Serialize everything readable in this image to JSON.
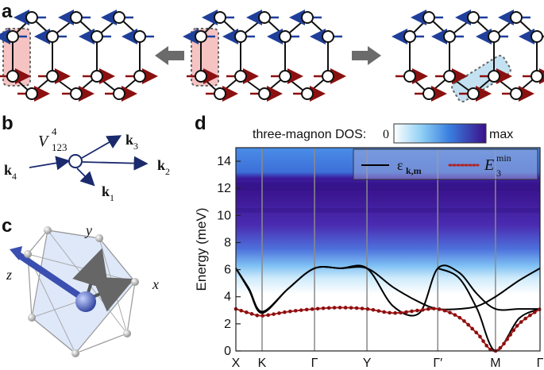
{
  "panel_labels": {
    "a": "a",
    "b": "b",
    "c": "c",
    "d": "d"
  },
  "panel_b": {
    "vertex": "V",
    "vertex_sup": "4",
    "vertex_sub": "123",
    "legs": [
      {
        "k": "k",
        "sub": "4"
      },
      {
        "k": "k",
        "sub": "3"
      },
      {
        "k": "k",
        "sub": "2"
      },
      {
        "k": "k",
        "sub": "1"
      }
    ]
  },
  "panel_c": {
    "x": "x",
    "y": "y",
    "z": "z"
  },
  "panel_d": {
    "dos_label": "three-magnon DOS:",
    "dos_min": "0",
    "dos_max": "max",
    "legend_eps": "ε",
    "legend_eps_sub": "k,m",
    "legend_E": "E",
    "legend_E_sub": "3",
    "legend_E_sup": "min"
  },
  "colors": {
    "spin_blue": "#1f3f9a",
    "spin_red": "#8b1010",
    "highlight_red": "#f4b8b8",
    "highlight_blue": "#b8dcef",
    "dos_dark": "#3b0f8a",
    "dos_light": "#ffffff",
    "min_curve": "#b22222"
  },
  "chart_data": {
    "type": "line",
    "ylabel": "Energy (meV)",
    "ylim": [
      0,
      15
    ],
    "yticks": [
      0,
      2,
      4,
      6,
      8,
      10,
      12,
      14
    ],
    "x_ticks": [
      {
        "label": "X",
        "pos": 0
      },
      {
        "label": "K",
        "pos": 1
      },
      {
        "label": "Γ",
        "pos": 3
      },
      {
        "label": "Y",
        "pos": 5
      },
      {
        "label": "Γ′",
        "pos": 7.7
      },
      {
        "label": "M",
        "pos": 9.9
      },
      {
        "label": "Γ",
        "pos": 11.6
      }
    ],
    "series": [
      {
        "name": "ε k,m",
        "style": "solid-black",
        "branches": [
          {
            "x": [
              0,
              0.5,
              1,
              2,
              3,
              4,
              5,
              6,
              7,
              7.7,
              8.5,
              9.2,
              9.9,
              10.8,
              11.6
            ],
            "y": [
              6.1,
              4.5,
              2.8,
              4.6,
              6.1,
              6.1,
              6.1,
              3.3,
              2.8,
              6.1,
              5.8,
              4.2,
              3.1,
              3.1,
              3.1
            ]
          },
          {
            "x": [
              0,
              0.5,
              1,
              2,
              3,
              4,
              5,
              6,
              7,
              7.7,
              8.5,
              9.2,
              9.9,
              10.8,
              11.6
            ],
            "y": [
              6.1,
              4.6,
              2.9,
              4.6,
              6.1,
              6.1,
              6.1,
              4.7,
              3.6,
              3.1,
              3.1,
              3.3,
              4.0,
              5.2,
              6.1
            ]
          },
          {
            "x": [
              7.7,
              8.5,
              9.2,
              9.9,
              10.8,
              11.6
            ],
            "y": [
              6.1,
              5.4,
              3.1,
              0.0,
              2.4,
              3.1
            ]
          }
        ]
      },
      {
        "name": "E 3 min",
        "style": "dotted-red",
        "x": [
          0,
          0.5,
          1,
          2,
          3,
          4,
          5,
          6,
          7,
          7.7,
          8.5,
          9.2,
          9.9,
          10.8,
          11.6
        ],
        "y": [
          3.1,
          2.8,
          2.6,
          2.9,
          3.1,
          3.2,
          3.1,
          2.8,
          3.0,
          3.1,
          2.5,
          1.3,
          0.0,
          2.0,
          3.1
        ]
      }
    ]
  }
}
